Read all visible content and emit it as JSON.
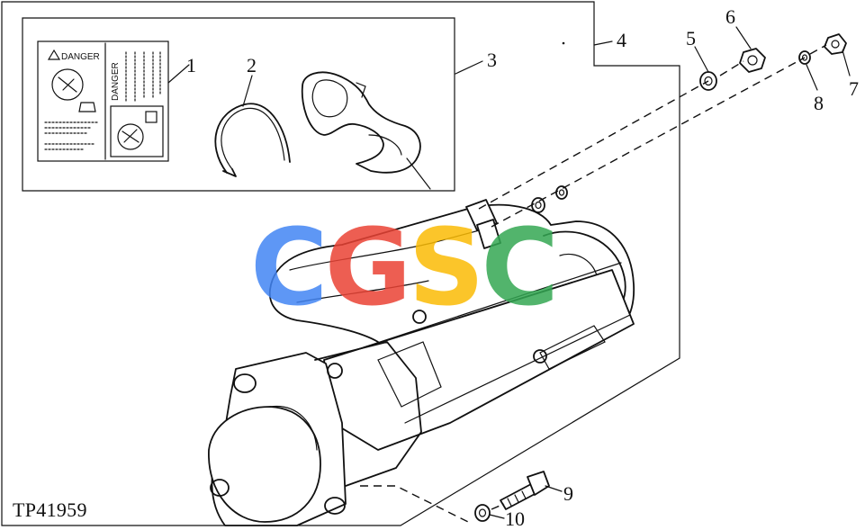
{
  "figure": {
    "id": "TP41959"
  },
  "decal": {
    "left_panel_title": "DANGER",
    "right_panel_title": "DANGER"
  },
  "callouts": [
    {
      "number": "1",
      "part": "danger-decal"
    },
    {
      "number": "2",
      "part": "wire-harness-strap"
    },
    {
      "number": "3",
      "part": "terminal-boot"
    },
    {
      "number": "4",
      "part": "starting-motor"
    },
    {
      "number": "5",
      "part": "lock-washer"
    },
    {
      "number": "6",
      "part": "nut"
    },
    {
      "number": "7",
      "part": "nut"
    },
    {
      "number": "8",
      "part": "lock-washer"
    },
    {
      "number": "9",
      "part": "cap-screw"
    },
    {
      "number": "10",
      "part": "lock-washer"
    }
  ],
  "watermark": {
    "letters": [
      {
        "char": "C",
        "color": "#4285F4"
      },
      {
        "char": "G",
        "color": "#EA4335"
      },
      {
        "char": "S",
        "color": "#FBBC05"
      },
      {
        "char": "C",
        "color": "#34A853"
      }
    ]
  }
}
